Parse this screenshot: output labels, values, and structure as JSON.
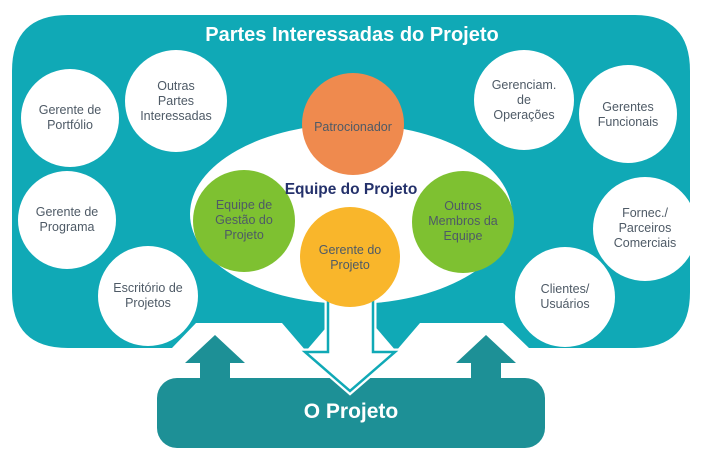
{
  "palette": {
    "main_teal": "#10a9b6",
    "dark_teal": "#1d9096",
    "orange": "#ef8a4e",
    "green": "#7ec131",
    "yellow": "#f9b62b",
    "white": "#ffffff",
    "circle_text": "#4e5a66",
    "navy_text": "#24316b"
  },
  "title": "Partes Interessadas do Projeto",
  "center": {
    "heading": "Equipe do Projeto",
    "sponsor": "Patrocionador",
    "management_team": "Equipe de\nGestão do\nProjeto",
    "project_manager": "Gerente do\nProjeto",
    "other_members": "Outros\nMembros da\nEquipe"
  },
  "stakeholders": {
    "portfolio_manager": "Gerente de\nPortfólio",
    "other_stakeholders": "Outras\nPartes\nInteressadas",
    "program_manager": "Gerente de\nPrograma",
    "pmo": "Escritório de\nProjetos",
    "operations_management": "Gerenciam.\nde\nOperações",
    "functional_managers": "Gerentes\nFuncionais",
    "suppliers_partners": "Fornec./\nParceiros\nComerciais",
    "customers_users": "Clientes/\nUsuários"
  },
  "project_box": "O Projeto"
}
